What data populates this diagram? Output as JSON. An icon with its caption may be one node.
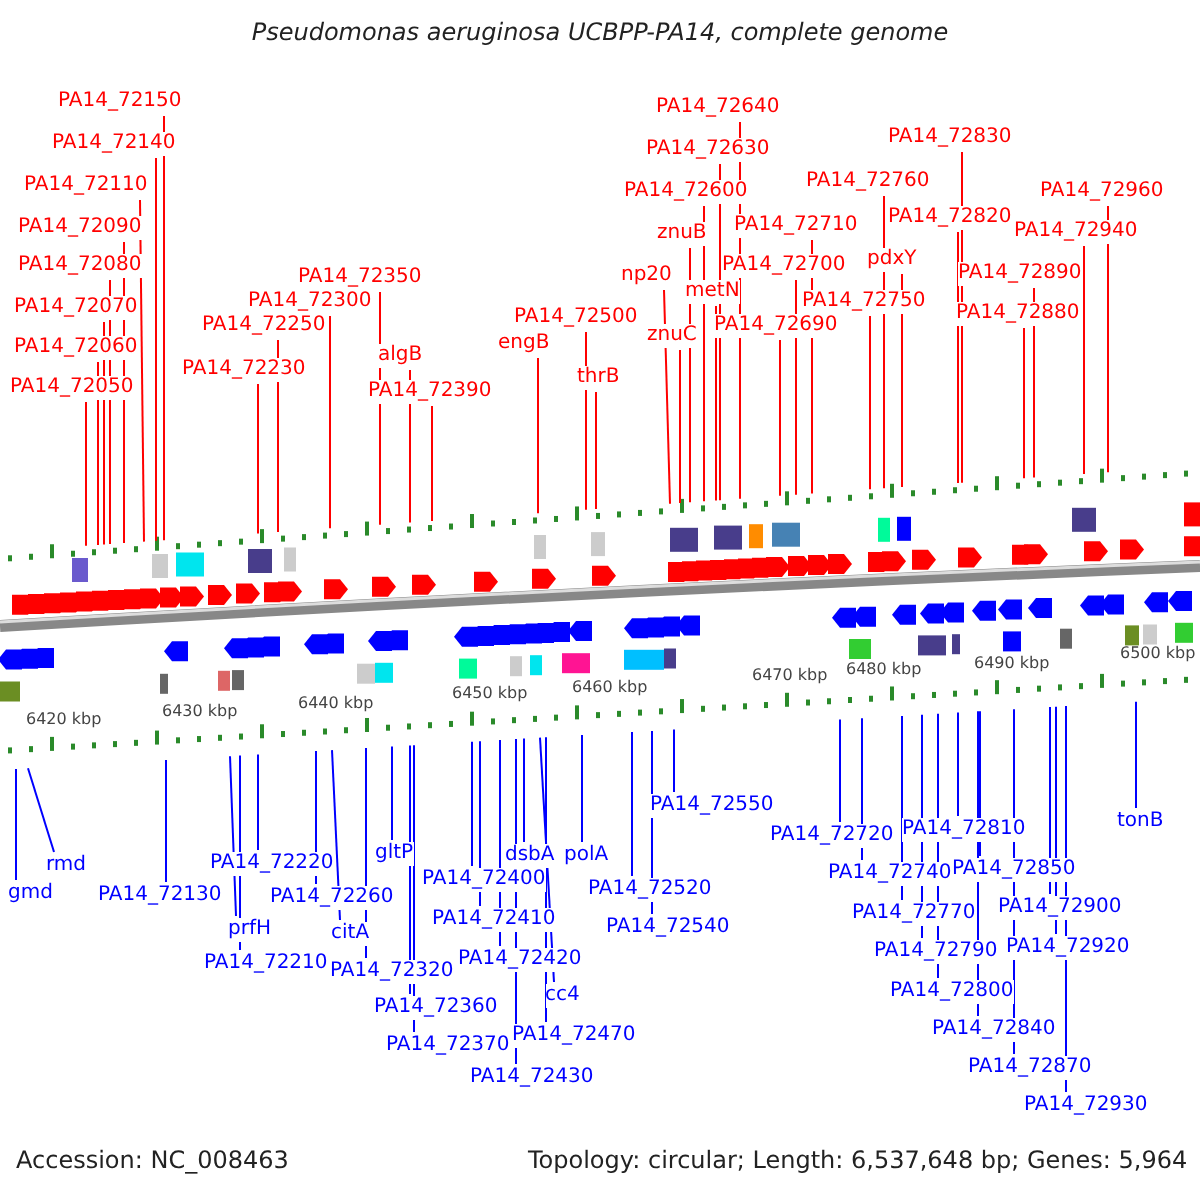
{
  "diagram": {
    "title": "Pseudomonas aeruginosa UCBPP-PA14, complete genome",
    "nodes": [
      {
        "text": [
          "PA14_72150"
        ]
      },
      {
        "text": [
          "PA14_72140"
        ]
      },
      {
        "text": [
          "PA14_72110"
        ]
      },
      {
        "text": [
          "PA14_72090"
        ]
      },
      {
        "text": [
          "PA14_72080"
        ]
      },
      {
        "text": [
          "PA14_72070"
        ]
      },
      {
        "text": [
          "PA14_72060"
        ]
      },
      {
        "text": [
          "PA14_72050"
        ]
      },
      {
        "text": [
          "PA14_72350"
        ]
      },
      {
        "text": [
          "PA14_72300"
        ]
      },
      {
        "text": [
          "PA14_72250"
        ]
      },
      {
        "text": [
          "PA14_72230"
        ]
      },
      {
        "text": [
          "algB"
        ]
      },
      {
        "text": [
          "PA14_72390"
        ]
      },
      {
        "text": [
          "engB"
        ]
      },
      {
        "text": [
          "PA14_72500"
        ]
      },
      {
        "text": [
          "thrB"
        ]
      },
      {
        "text": [
          "np20"
        ]
      },
      {
        "text": [
          "znuC"
        ]
      },
      {
        "text": [
          "znuB"
        ]
      },
      {
        "text": [
          "PA14_72600"
        ]
      },
      {
        "text": [
          "metN"
        ]
      },
      {
        "text": [
          "PA14_72630"
        ]
      },
      {
        "text": [
          "PA14_72640"
        ]
      },
      {
        "text": [
          "PA14_72690"
        ]
      },
      {
        "text": [
          "PA14_72700"
        ]
      },
      {
        "text": [
          "PA14_72710"
        ]
      },
      {
        "text": [
          "PA14_72760"
        ]
      },
      {
        "text": [
          "pdxY"
        ]
      },
      {
        "text": [
          "PA14_72750"
        ]
      },
      {
        "text": [
          "PA14_72830"
        ]
      },
      {
        "text": [
          "PA14_72820"
        ]
      },
      {
        "text": [
          "PA14_72890"
        ]
      },
      {
        "text": [
          "PA14_72880"
        ]
      },
      {
        "text": [
          "PA14_72960"
        ]
      },
      {
        "text": [
          "PA14_72940"
        ]
      },
      {
        "text": [
          "gmd"
        ]
      },
      {
        "text": [
          "rmd"
        ]
      },
      {
        "text": [
          "PA14_72130"
        ]
      },
      {
        "text": [
          "PA14_72220"
        ]
      },
      {
        "text": [
          "prfH"
        ]
      },
      {
        "text": [
          "PA14_72210"
        ]
      },
      {
        "text": [
          "PA14_72260"
        ]
      },
      {
        "text": [
          "citA"
        ]
      },
      {
        "text": [
          "gltP"
        ]
      },
      {
        "text": [
          "PA14_72400"
        ]
      },
      {
        "text": [
          "PA14_72410"
        ]
      },
      {
        "text": [
          "PA14_72420"
        ]
      },
      {
        "text": [
          "PA14_72320"
        ]
      },
      {
        "text": [
          "PA14_72360"
        ]
      },
      {
        "text": [
          "PA14_72370"
        ]
      },
      {
        "text": [
          "dsbA"
        ]
      },
      {
        "text": [
          "polA"
        ]
      },
      {
        "text": [
          "cc4"
        ]
      },
      {
        "text": [
          "PA14_72470"
        ]
      },
      {
        "text": [
          "PA14_72430"
        ]
      },
      {
        "text": [
          "PA14_72520"
        ]
      },
      {
        "text": [
          "PA14_72540"
        ]
      },
      {
        "text": [
          "PA14_72550"
        ]
      },
      {
        "text": [
          "PA14_72720"
        ]
      },
      {
        "text": [
          "PA14_72740"
        ]
      },
      {
        "text": [
          "PA14_72770"
        ]
      },
      {
        "text": [
          "PA14_72790"
        ]
      },
      {
        "text": [
          "PA14_72800"
        ]
      },
      {
        "text": [
          "PA14_72810"
        ]
      },
      {
        "text": [
          "PA14_72850"
        ]
      },
      {
        "text": [
          "PA14_72840"
        ]
      },
      {
        "text": [
          "PA14_72900"
        ]
      },
      {
        "text": [
          "PA14_72920"
        ]
      },
      {
        "text": [
          "PA14_72870"
        ]
      },
      {
        "text": [
          "PA14_72930"
        ]
      },
      {
        "text": [
          "tonB"
        ]
      }
    ],
    "edges": [
      {
        "from": 0,
        "to": null,
        "arrow": "none"
      },
      {
        "from": 1,
        "to": null,
        "arrow": "none"
      },
      {
        "from": 2,
        "to": null,
        "arrow": "none"
      },
      {
        "from": 3,
        "to": null,
        "arrow": "none"
      },
      {
        "from": 4,
        "to": null,
        "arrow": "none"
      },
      {
        "from": 5,
        "to": null,
        "arrow": "none"
      },
      {
        "from": 6,
        "to": null,
        "arrow": "none"
      },
      {
        "from": 7,
        "to": null,
        "arrow": "none"
      },
      {
        "from": 8,
        "to": null,
        "arrow": "none"
      },
      {
        "from": 9,
        "to": null,
        "arrow": "none"
      },
      {
        "from": 10,
        "to": null,
        "arrow": "none"
      },
      {
        "from": 11,
        "to": null,
        "arrow": "none"
      },
      {
        "from": 12,
        "to": null,
        "arrow": "none"
      },
      {
        "from": 13,
        "to": null,
        "arrow": "none"
      },
      {
        "from": 14,
        "to": null,
        "arrow": "none"
      },
      {
        "from": 15,
        "to": null,
        "arrow": "none"
      },
      {
        "from": 16,
        "to": null,
        "arrow": "none"
      },
      {
        "from": 17,
        "to": null,
        "arrow": "none"
      },
      {
        "from": 18,
        "to": null,
        "arrow": "none"
      },
      {
        "from": 19,
        "to": null,
        "arrow": "none"
      },
      {
        "from": 20,
        "to": null,
        "arrow": "none"
      },
      {
        "from": 21,
        "to": null,
        "arrow": "none"
      },
      {
        "from": 22,
        "to": null,
        "arrow": "none"
      },
      {
        "from": 23,
        "to": null,
        "arrow": "none"
      },
      {
        "from": 24,
        "to": null,
        "arrow": "none"
      },
      {
        "from": 25,
        "to": null,
        "arrow": "none"
      },
      {
        "from": 26,
        "to": null,
        "arrow": "none"
      },
      {
        "from": 27,
        "to": null,
        "arrow": "none"
      },
      {
        "from": 28,
        "to": null,
        "arrow": "none"
      },
      {
        "from": 29,
        "to": null,
        "arrow": "none"
      },
      {
        "from": 30,
        "to": null,
        "arrow": "none"
      },
      {
        "from": 31,
        "to": null,
        "arrow": "none"
      },
      {
        "from": 32,
        "to": null,
        "arrow": "none"
      },
      {
        "from": 33,
        "to": null,
        "arrow": "none"
      },
      {
        "from": 34,
        "to": null,
        "arrow": "none"
      },
      {
        "from": 35,
        "to": null,
        "arrow": "none"
      },
      {
        "from": 36,
        "to": null,
        "arrow": "none",
        "color": "#0000ff"
      },
      {
        "from": 37,
        "to": null,
        "arrow": "none",
        "color": "#0000ff"
      },
      {
        "from": 38,
        "to": null,
        "arrow": "none",
        "color": "#0000ff"
      },
      {
        "from": 39,
        "to": null,
        "arrow": "none",
        "color": "#0000ff"
      },
      {
        "from": 40,
        "to": null,
        "arrow": "none",
        "color": "#0000ff"
      },
      {
        "from": 41,
        "to": null,
        "arrow": "none",
        "color": "#0000ff"
      },
      {
        "from": 42,
        "to": null,
        "arrow": "none",
        "color": "#0000ff"
      },
      {
        "from": 43,
        "to": null,
        "arrow": "none",
        "color": "#0000ff"
      },
      {
        "from": 44,
        "to": null,
        "arrow": "none",
        "color": "#0000ff"
      },
      {
        "from": 45,
        "to": null,
        "arrow": "none",
        "color": "#0000ff"
      },
      {
        "from": 46,
        "to": null,
        "arrow": "none",
        "color": "#0000ff"
      },
      {
        "from": 47,
        "to": null,
        "arrow": "none",
        "color": "#0000ff"
      },
      {
        "from": 48,
        "to": null,
        "arrow": "none",
        "color": "#0000ff"
      },
      {
        "from": 49,
        "to": null,
        "arrow": "none",
        "color": "#0000ff"
      },
      {
        "from": 50,
        "to": null,
        "arrow": "none",
        "color": "#0000ff"
      },
      {
        "from": 51,
        "to": null,
        "arrow": "none",
        "color": "#0000ff"
      },
      {
        "from": 52,
        "to": null,
        "arrow": "none",
        "color": "#0000ff"
      },
      {
        "from": 53,
        "to": null,
        "arrow": "none",
        "color": "#0000ff"
      },
      {
        "from": 54,
        "to": null,
        "arrow": "none",
        "color": "#0000ff"
      },
      {
        "from": 55,
        "to": null,
        "arrow": "none",
        "color": "#0000ff"
      },
      {
        "from": 56,
        "to": null,
        "arrow": "none",
        "color": "#0000ff"
      },
      {
        "from": 57,
        "to": null,
        "arrow": "none",
        "color": "#0000ff"
      },
      {
        "from": 58,
        "to": null,
        "arrow": "none",
        "color": "#0000ff"
      },
      {
        "from": 59,
        "to": null,
        "arrow": "none",
        "color": "#0000ff"
      },
      {
        "from": 60,
        "to": null,
        "arrow": "none",
        "color": "#0000ff"
      },
      {
        "from": 61,
        "to": null,
        "arrow": "none",
        "color": "#0000ff"
      },
      {
        "from": 62,
        "to": null,
        "arrow": "none",
        "color": "#0000ff"
      },
      {
        "from": 63,
        "to": null,
        "arrow": "none",
        "color": "#0000ff"
      },
      {
        "from": 64,
        "to": null,
        "arrow": "none",
        "color": "#0000ff"
      },
      {
        "from": 65,
        "to": null,
        "arrow": "none",
        "color": "#0000ff"
      },
      {
        "from": 66,
        "to": null,
        "arrow": "none",
        "color": "#0000ff"
      },
      {
        "from": 67,
        "to": null,
        "arrow": "none",
        "color": "#0000ff"
      },
      {
        "from": 68,
        "to": null,
        "arrow": "none",
        "color": "#0000ff"
      },
      {
        "from": 69,
        "to": null,
        "arrow": "none",
        "color": "#0000ff"
      },
      {
        "from": 70,
        "to": null,
        "arrow": "none",
        "color": "#0000ff"
      },
      {
        "from": 71,
        "to": null,
        "arrow": "none",
        "color": "#0000ff"
      }
    ],
    "labels": [
      "6420 kbp",
      "6430 kbp",
      "6440 kbp",
      "6450 kbp",
      "6460 kbp",
      "6470 kbp",
      "6480 kbp",
      "6490 kbp",
      "6500 kbp",
      "Accession: NC_008463",
      "Topology: circular; Length: 6,537,648 bp; Genes: 5,964"
    ]
  }
}
